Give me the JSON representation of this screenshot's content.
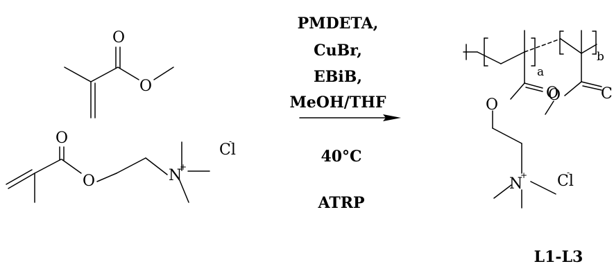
{
  "conditions": {
    "reagents": [
      "PMDETA,",
      "CuBr,",
      "EBiB,",
      "MeOH/THF"
    ],
    "temperature": "40°C",
    "method": "ATRP"
  },
  "atoms": {
    "oxygen": "O",
    "nitrogen": "N",
    "charge_plus": "+",
    "charge_minus": "-",
    "chloride": "Cl",
    "carbonyl_partial": "C"
  },
  "polymer": {
    "subscript_a": "a",
    "subscript_b": "b"
  },
  "product_label": "L1-L3"
}
